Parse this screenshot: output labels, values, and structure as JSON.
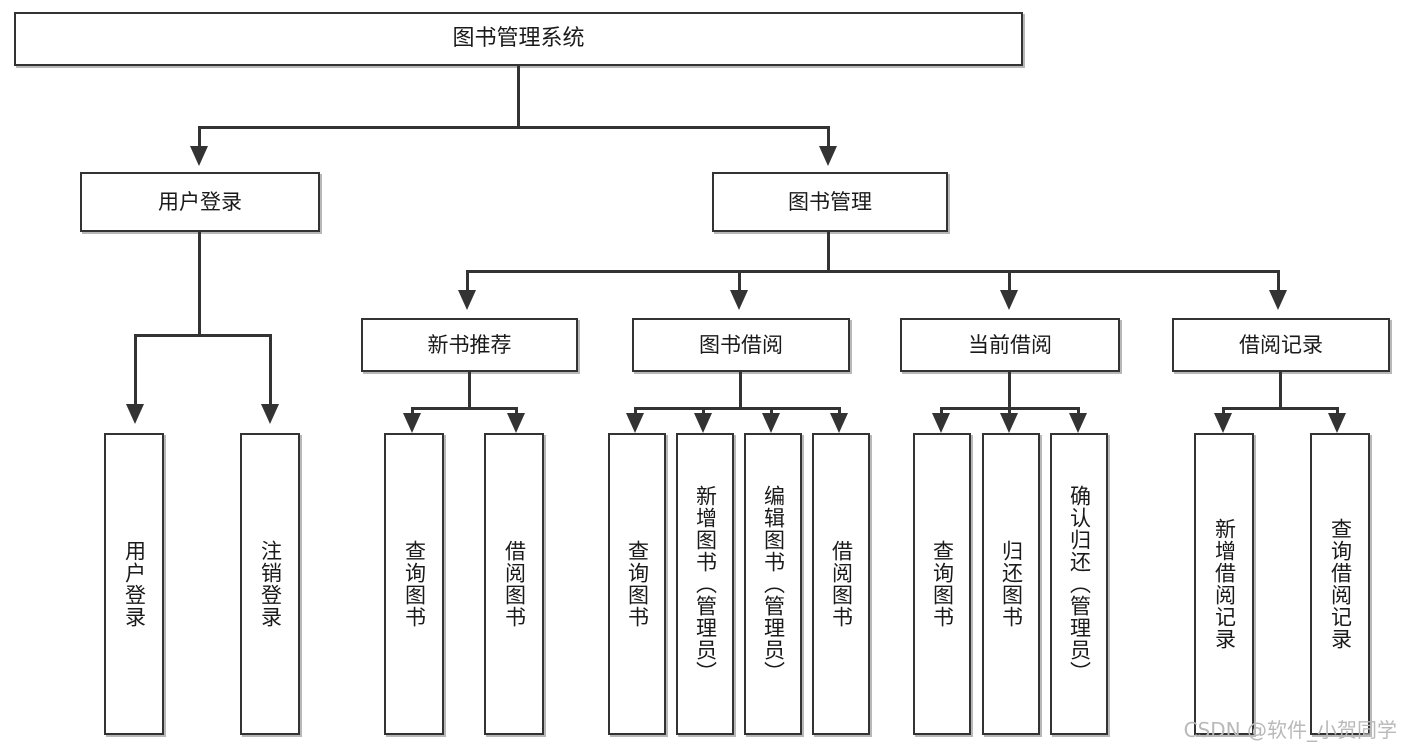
{
  "diagram": {
    "type": "hierarchy-tree",
    "root": {
      "label": "图书管理系统"
    },
    "level2": [
      {
        "label": "用户登录"
      },
      {
        "label": "图书管理"
      }
    ],
    "level3": [
      {
        "label": "新书推荐"
      },
      {
        "label": "图书借阅"
      },
      {
        "label": "当前借阅"
      },
      {
        "label": "借阅记录"
      }
    ],
    "leaves": {
      "user_login": [
        {
          "label": "用户登录"
        },
        {
          "label": "注销登录"
        }
      ],
      "new_book_recommend": [
        {
          "label": "查询图书"
        },
        {
          "label": "借阅图书"
        }
      ],
      "book_borrow": [
        {
          "label": "查询图书"
        },
        {
          "label": "新增图书（管理员）"
        },
        {
          "label": "编辑图书（管理员）"
        },
        {
          "label": "借阅图书"
        }
      ],
      "current_borrow": [
        {
          "label": "查询图书"
        },
        {
          "label": "归还图书"
        },
        {
          "label": "确认归还（管理员）"
        }
      ],
      "borrow_record": [
        {
          "label": "新增借阅记录"
        },
        {
          "label": "查询借阅记录"
        }
      ]
    }
  },
  "watermark": {
    "text": "CSDN @软件_小贺同学"
  },
  "colors": {
    "stroke": "#333333",
    "fill": "#ffffff",
    "watermark": "#b9b9b9"
  }
}
